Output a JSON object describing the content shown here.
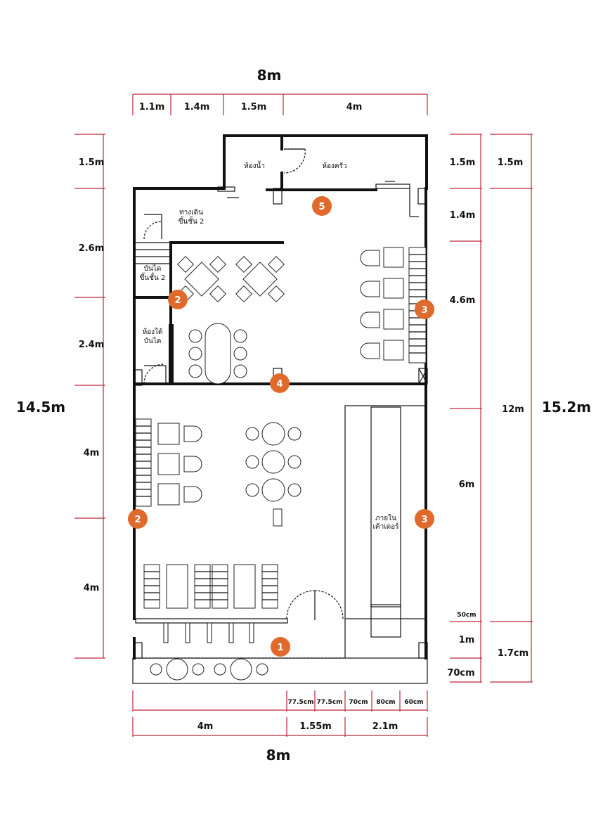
{
  "dimensions": {
    "top_total": "8m",
    "top_segments": [
      "1.1m",
      "1.4m",
      "1.5m",
      "4m"
    ],
    "left_total": "14.5m",
    "left_segments": [
      "1.5m",
      "2.6m",
      "2.4m",
      "4m",
      "4m"
    ],
    "right_inner": [
      "1.5m",
      "1.4m",
      "4.6m",
      "6m",
      "50cm",
      "1m",
      "70cm"
    ],
    "right_outer": [
      "1.5m",
      "12m",
      "1.7cm"
    ],
    "right_total": "15.2m",
    "bottom_small": [
      "77.5cm",
      "77.5cm",
      "70cm",
      "80cm",
      "60cm"
    ],
    "bottom_segments": [
      "4m",
      "1.55m",
      "2.1m"
    ],
    "bottom_total": "8m"
  },
  "rooms": {
    "bathroom": "ห้องน้ำ",
    "kitchen": "ห้องครัว",
    "walkway_line1": "ทางเดิน",
    "walkway_line2": "ขึ้นชั้น 2",
    "stairs_line1": "บันได",
    "stairs_line2": "ขึ้นชั้น 2",
    "under_stairs_line1": "ห้องใต้",
    "under_stairs_line2": "บันได",
    "counter_line1": "ภายใน",
    "counter_line2": "เค้าเตอร์"
  },
  "markers": [
    "1",
    "2",
    "2",
    "3",
    "3",
    "4",
    "5"
  ],
  "colors": {
    "dimension": "#c0263a",
    "marker": "#e06a2c",
    "wall": "#111111"
  }
}
